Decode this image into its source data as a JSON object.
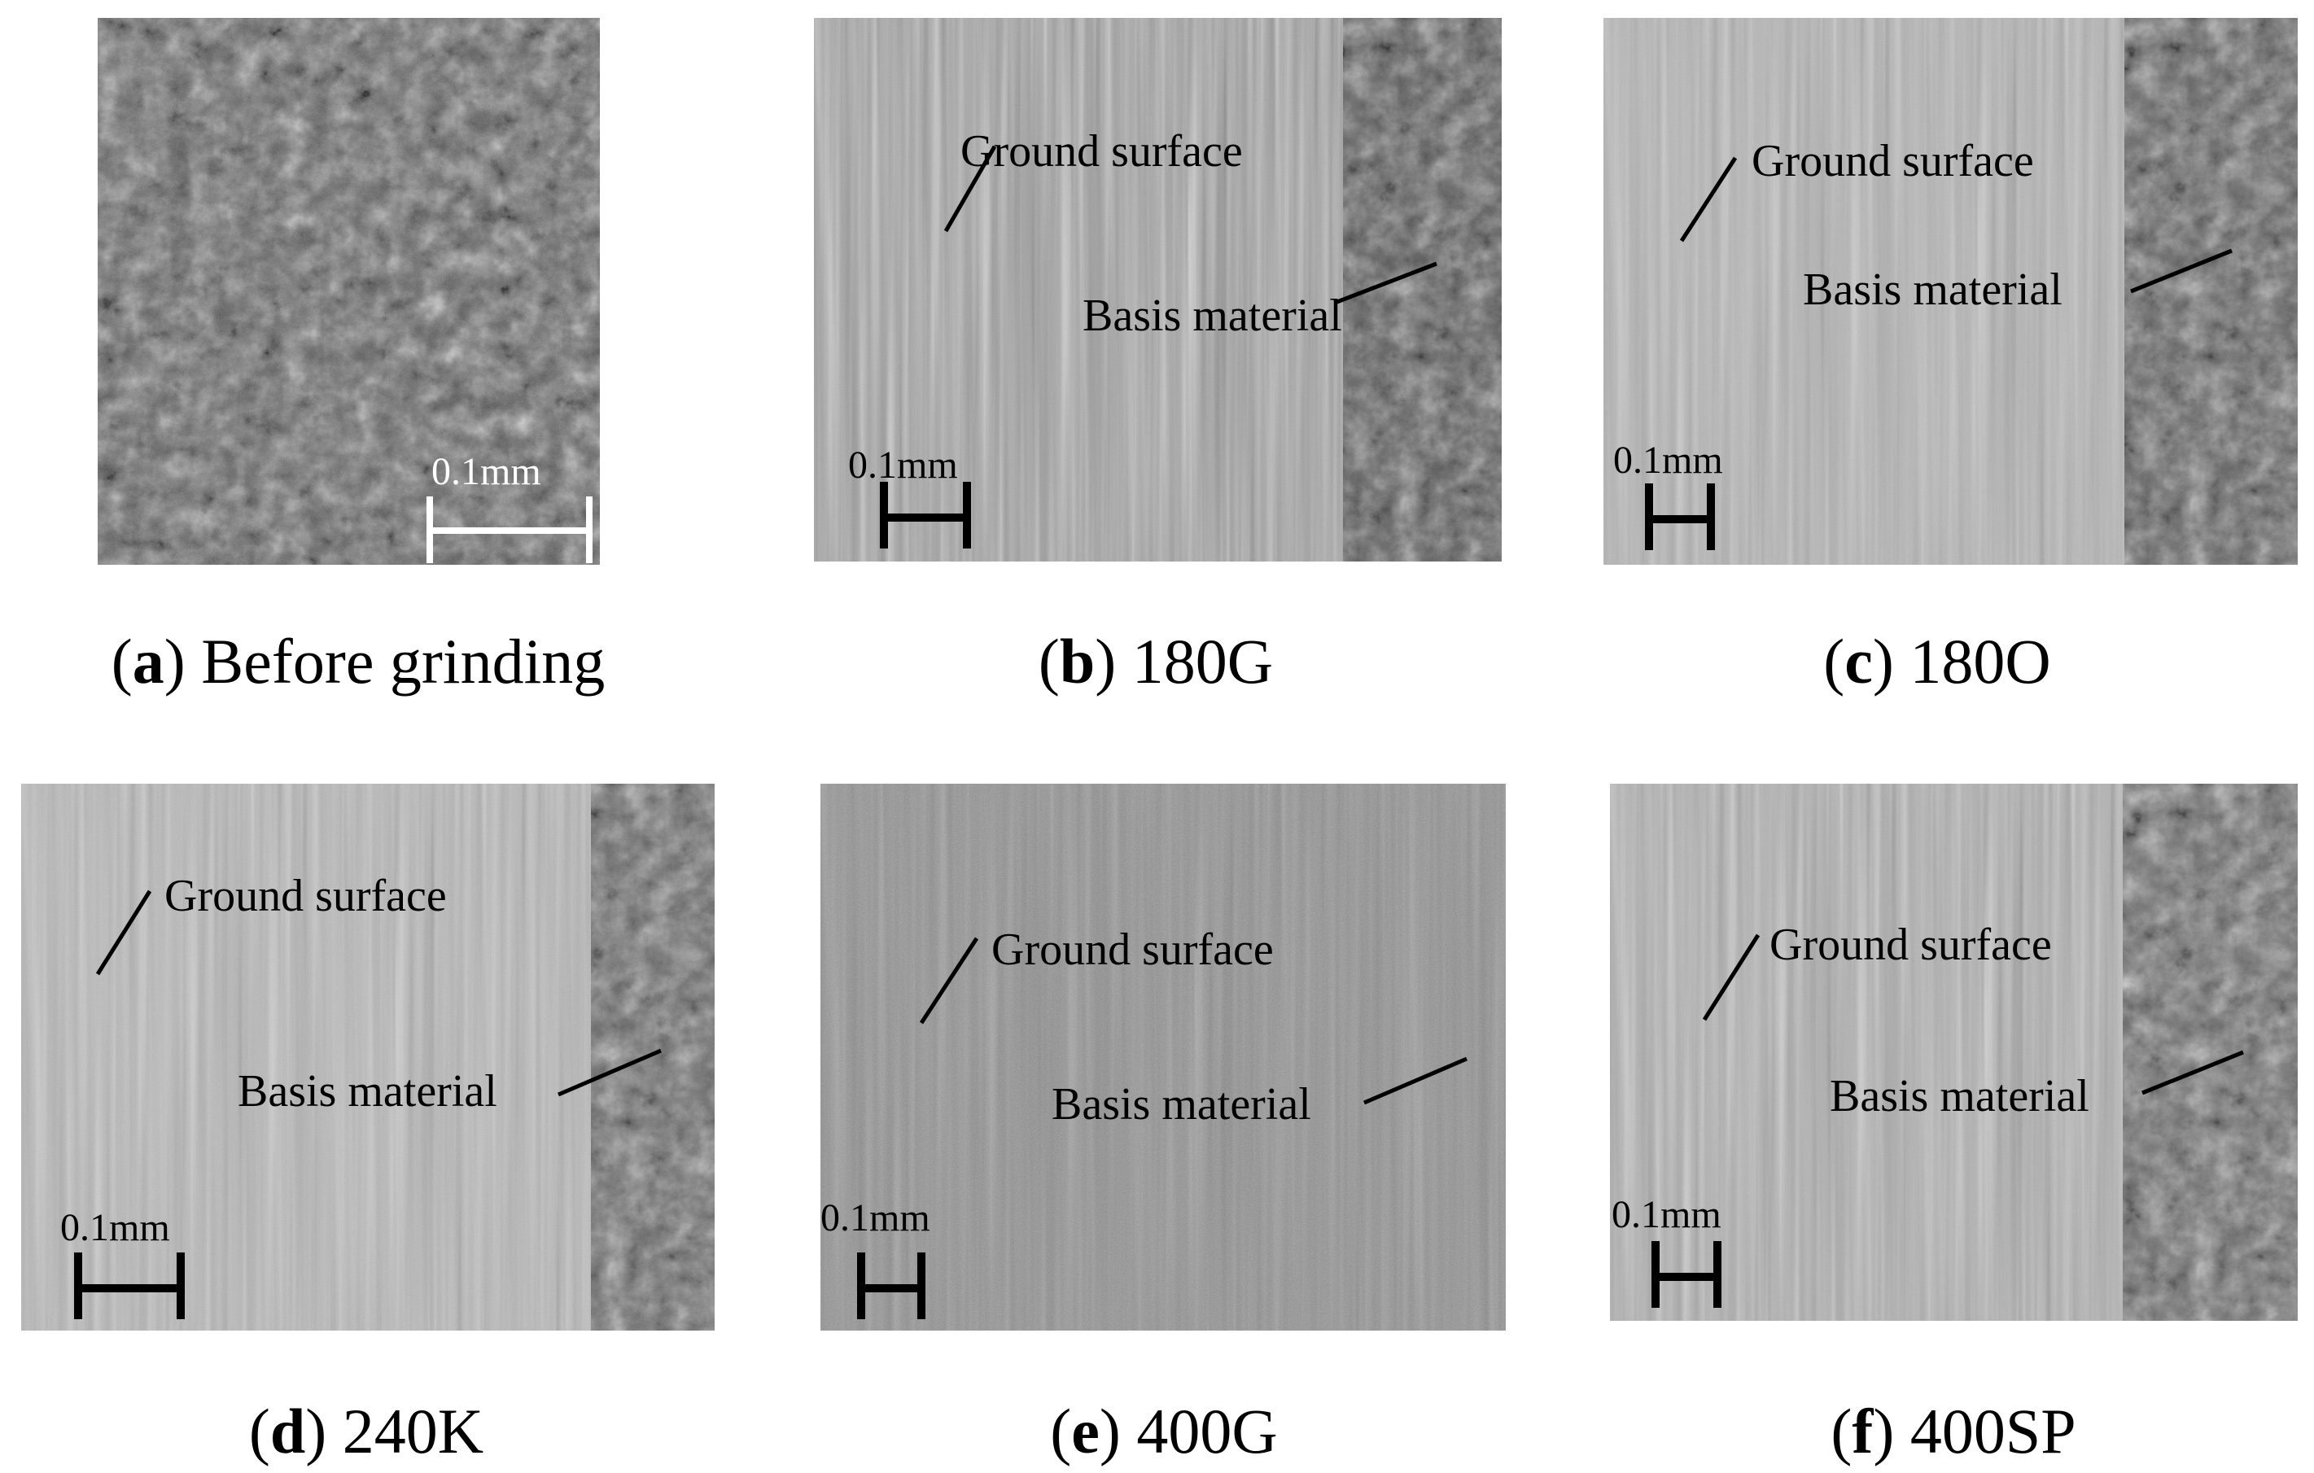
{
  "panels": [
    {
      "letter": "a",
      "caption": "Before grinding",
      "scale": "0.1mm",
      "ground": "",
      "basis": ""
    },
    {
      "letter": "b",
      "caption": "180G",
      "scale": "0.1mm",
      "ground": "Ground surface",
      "basis": "Basis material"
    },
    {
      "letter": "c",
      "caption": "180O",
      "scale": "0.1mm",
      "ground": "Ground surface",
      "basis": "Basis material"
    },
    {
      "letter": "d",
      "caption": "240K",
      "scale": "0.1mm",
      "ground": "Ground surface",
      "basis": "Basis material"
    },
    {
      "letter": "e",
      "caption": "400G",
      "scale": "0.1mm",
      "ground": "Ground surface",
      "basis": "Basis material"
    },
    {
      "letter": "f",
      "caption": "400SP",
      "scale": "0.1mm",
      "ground": "Ground surface",
      "basis": "Basis material"
    }
  ]
}
